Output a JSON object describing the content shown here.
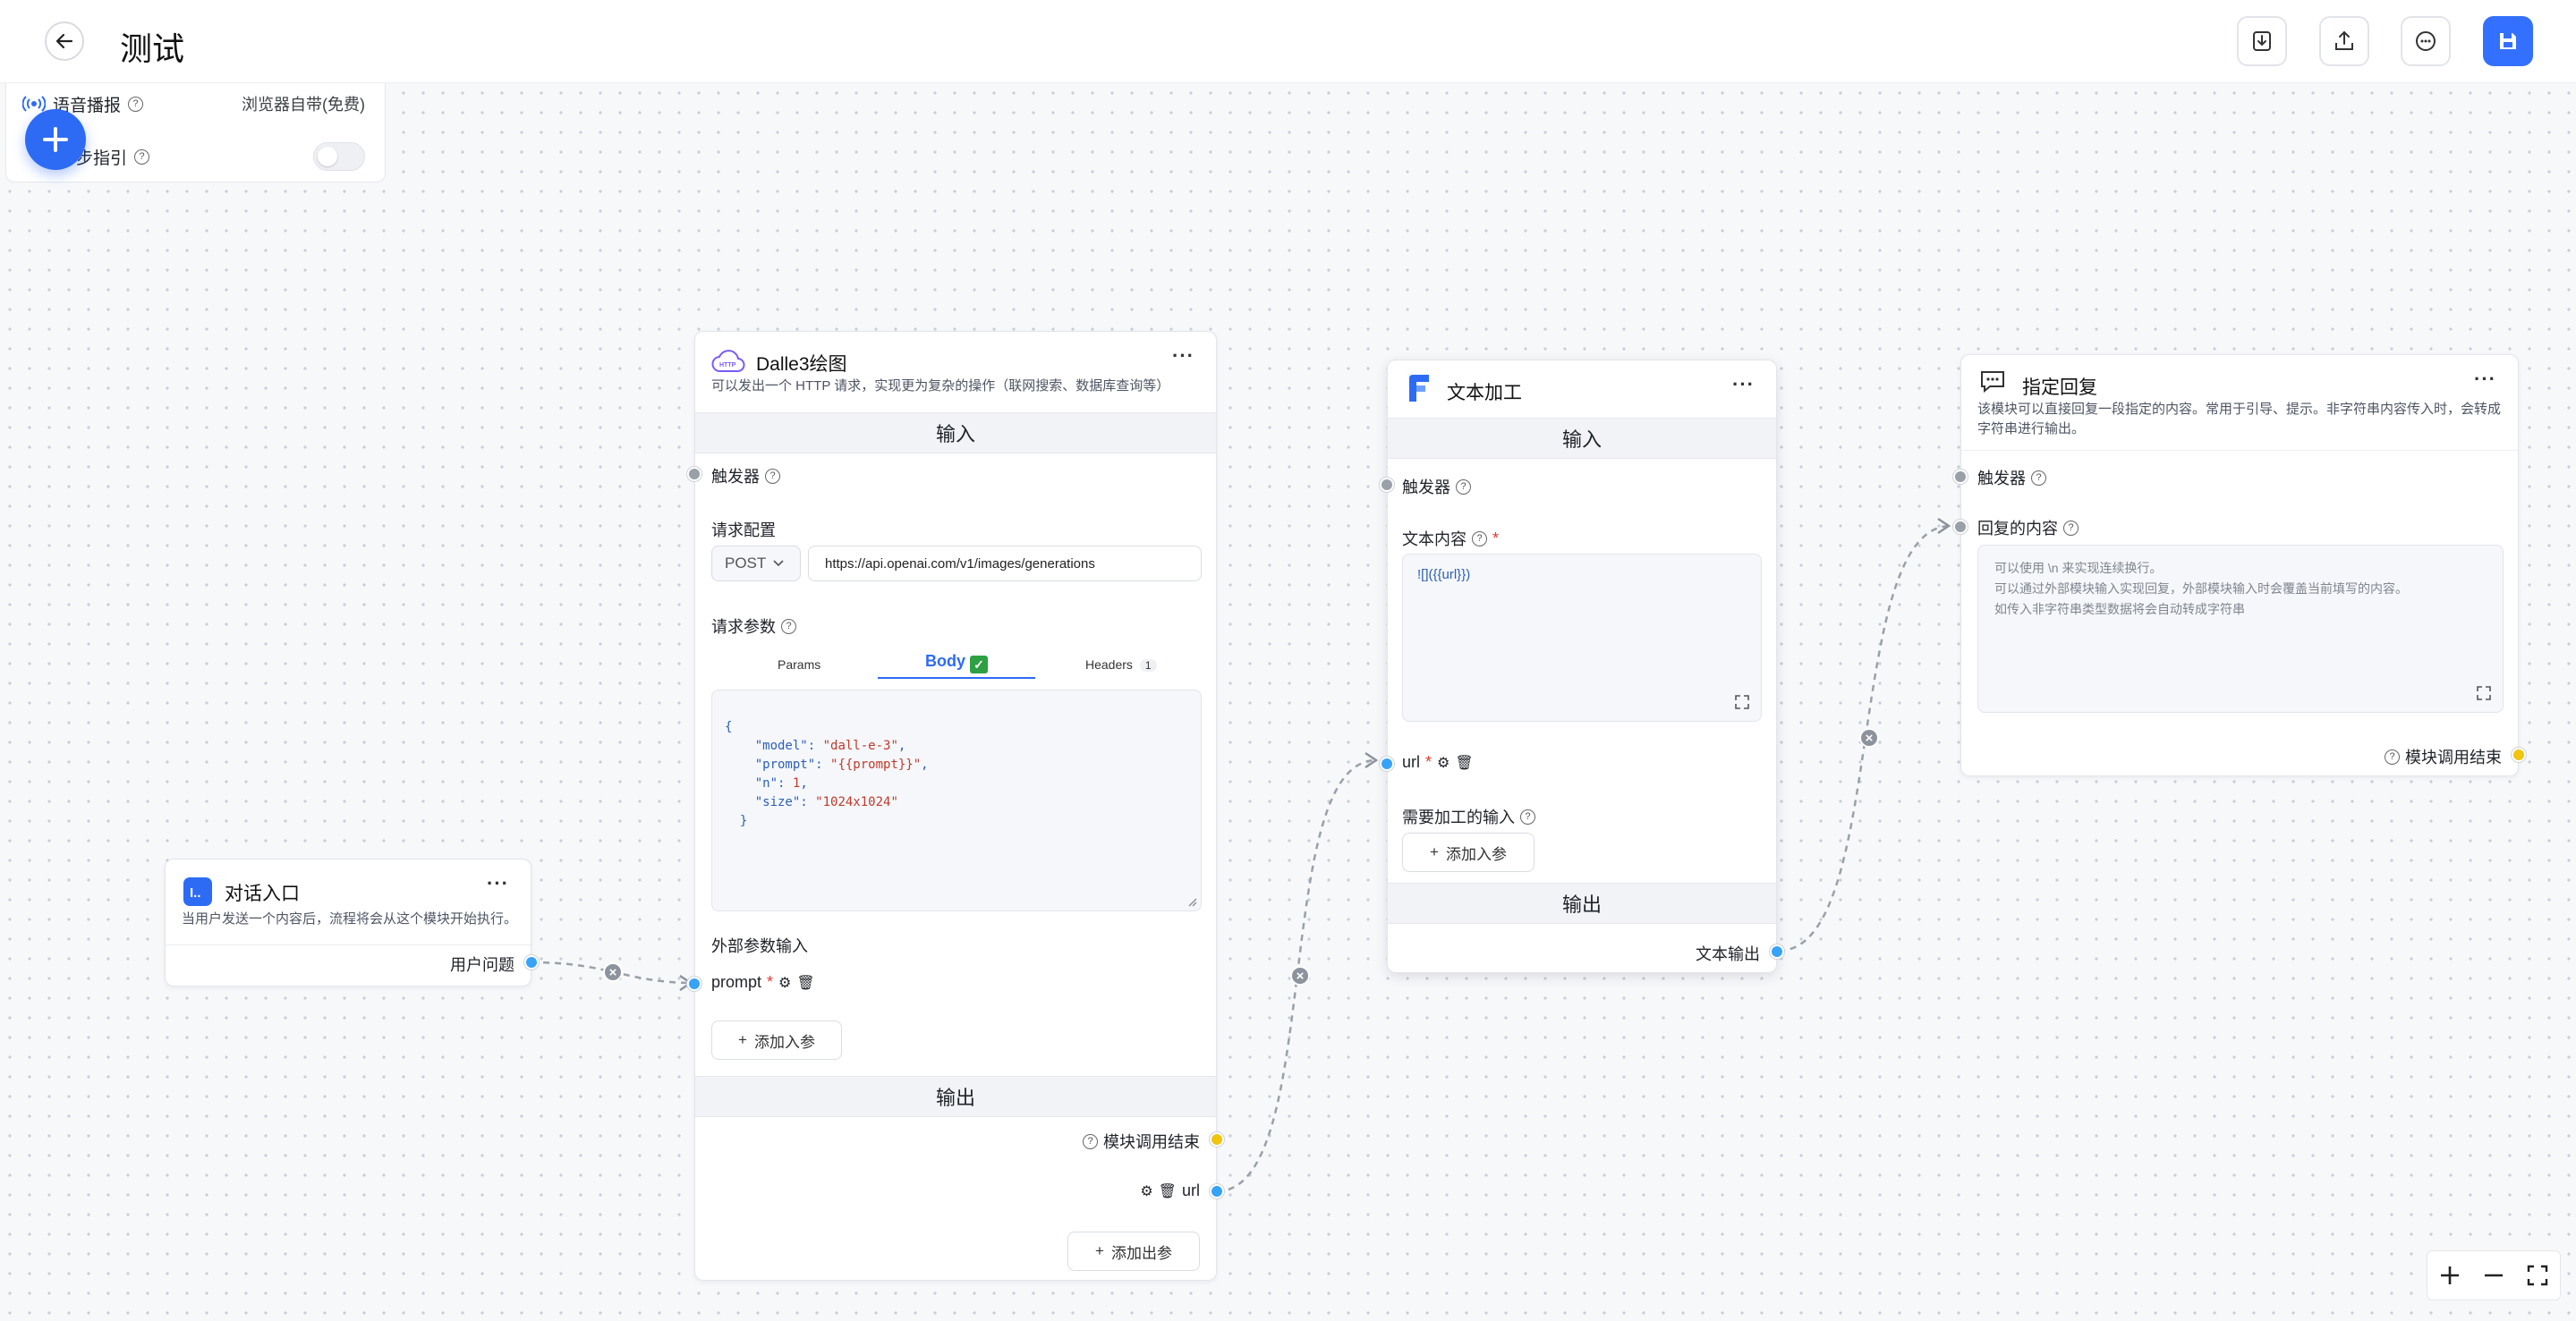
{
  "header": {
    "title": "测试",
    "buttons": [
      "import-icon",
      "export-icon",
      "chat-icon",
      "save-icon"
    ],
    "accent": "#3370ff"
  },
  "settings": {
    "voice_label": "语音播报",
    "voice_value": "浏览器自带(免费)",
    "guide_label": "步指引",
    "guide_enabled": false
  },
  "nodes": {
    "entry": {
      "title": "对话入口",
      "desc": "当用户发送一个内容后，流程将会从这个模块开始执行。",
      "output_label": "用户问题"
    },
    "http": {
      "title": "Dalle3绘图",
      "desc": "可以发出一个 HTTP 请求，实现更为复杂的操作（联网搜索、数据库查询等）",
      "input_section": "输入",
      "trigger": "触发器",
      "req_config": "请求配置",
      "method": "POST",
      "url": "https://api.openai.com/v1/images/generations",
      "req_params": "请求参数",
      "tabs": {
        "params": "Params",
        "body": "Body",
        "headers": "Headers",
        "headers_count": "1"
      },
      "body_json": {
        "open": "{",
        "l1k": "\"model\"",
        "l1v": "\"dall-e-3\"",
        "l2k": "\"prompt\"",
        "l2v": "\"{{prompt}}\"",
        "l3k": "\"n\"",
        "l3v": "1",
        "l4k": "\"size\"",
        "l4v": "\"1024x1024\"",
        "close": "}"
      },
      "ext_input": "外部参数输入",
      "prompt_param": "prompt",
      "add_input": "添加入参",
      "output_section": "输出",
      "finish": "模块调用结束",
      "url_output": "url",
      "add_output": "添加出参"
    },
    "text": {
      "title": "文本加工",
      "input_section": "输入",
      "trigger": "触发器",
      "content_label": "文本内容",
      "content_value": "![]({{url}})",
      "url_param": "url",
      "process_input": "需要加工的输入",
      "add_input": "添加入参",
      "output_section": "输出",
      "output_label": "文本输出"
    },
    "reply": {
      "title": "指定回复",
      "desc_1": "该模块可以直接回复一段指定的内容。常用于引导、提示。非字符串内容传入时，会转成",
      "desc_2": "字符串进行输出。",
      "trigger": "触发器",
      "reply_label": "回复的内容",
      "placeholder_1": "可以使用 \\n 来实现连续换行。",
      "placeholder_2": "可以通过外部模块输入实现回复，外部模块输入时会覆盖当前填写的内容。",
      "placeholder_3": "如传入非字符串类型数据将会自动转成字符串",
      "finish": "模块调用结束"
    }
  },
  "zoom_controls": [
    "zoom-in-icon",
    "zoom-out-icon",
    "fit-view-icon"
  ]
}
